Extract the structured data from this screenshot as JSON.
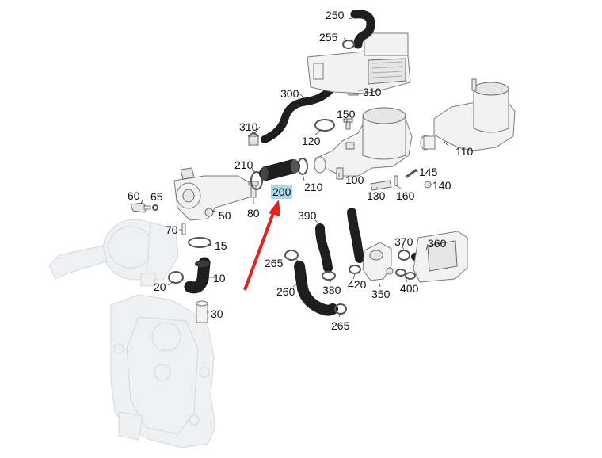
{
  "labels": {
    "p10": "10",
    "p15": "15",
    "p20": "20",
    "p30": "30",
    "p50": "50",
    "p60": "60",
    "p65": "65",
    "p70": "70",
    "p80": "80",
    "p100": "100",
    "p110": "110",
    "p120": "120",
    "p130": "130",
    "p140": "140",
    "p145": "145",
    "p150": "150",
    "p160": "160",
    "p200": "200",
    "p210a": "210",
    "p210b": "210",
    "p250": "250",
    "p255": "255",
    "p260": "260",
    "p265a": "265",
    "p265b": "265",
    "p300": "300",
    "p310a": "310",
    "p310b": "310",
    "p350": "350",
    "p360": "360",
    "p370": "370",
    "p380": "380",
    "p390": "390",
    "p400": "400",
    "p420": "420"
  },
  "highlight": {
    "part": "200",
    "color": "#a8d8ea",
    "arrow_color": "#e8201c"
  }
}
